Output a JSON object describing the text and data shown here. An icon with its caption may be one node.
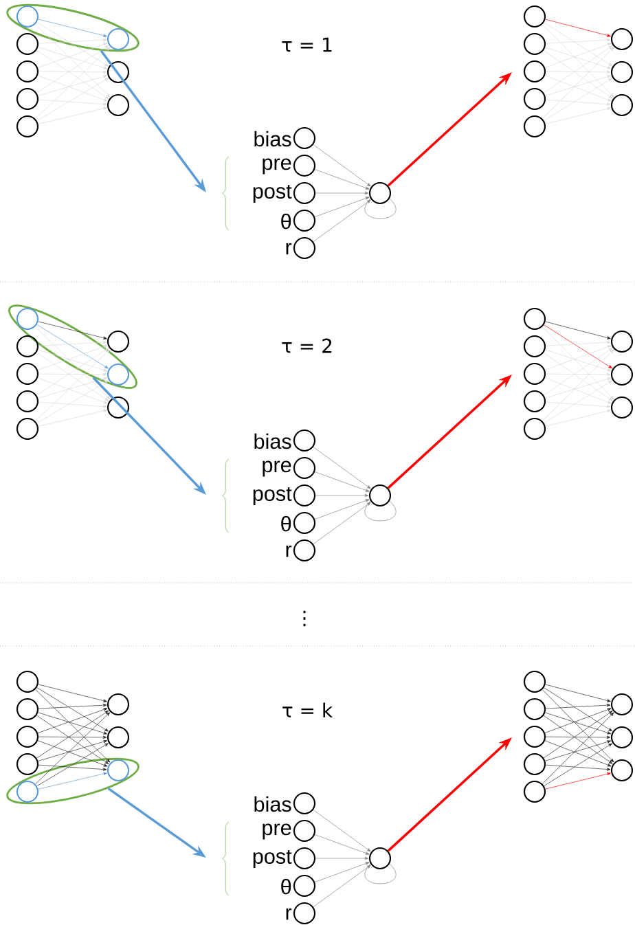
{
  "diagram": {
    "nodes": [
      {
        "text": [],
        "shape": "ellipse"
      },
      {
        "text": [],
        "shape": "circle",
        "in": 0
      },
      {
        "text": [],
        "shape": "circle"
      },
      {
        "text": [],
        "shape": "circle"
      },
      {
        "text": [],
        "shape": "circle"
      },
      {
        "text": [],
        "shape": "circle"
      },
      {
        "text": [],
        "shape": "circle",
        "in": 0
      },
      {
        "text": [],
        "shape": "circle"
      },
      {
        "text": [],
        "shape": "circle"
      },
      {
        "text": [],
        "shape": "circle",
        "beside": [
          "bias"
        ]
      },
      {
        "text": [],
        "shape": "circle",
        "beside": [
          "pre"
        ]
      },
      {
        "text": [],
        "shape": "circle",
        "beside": [
          "post"
        ]
      },
      {
        "text": [],
        "shape": "circle",
        "beside": [
          "θ"
        ]
      },
      {
        "text": [],
        "shape": "circle",
        "beside": [
          "r"
        ]
      },
      {
        "text": [],
        "shape": "circle"
      },
      {
        "text": [],
        "shape": "circle"
      },
      {
        "text": [],
        "shape": "circle"
      },
      {
        "text": [],
        "shape": "circle"
      },
      {
        "text": [],
        "shape": "circle"
      },
      {
        "text": [],
        "shape": "circle"
      },
      {
        "text": [],
        "shape": "circle"
      },
      {
        "text": [],
        "shape": "circle"
      },
      {
        "text": [],
        "shape": "circle"
      },
      {
        "text": [],
        "shape": "ellipse"
      },
      {
        "text": [],
        "shape": "circle",
        "in": 23
      },
      {
        "text": [],
        "shape": "circle"
      },
      {
        "text": [],
        "shape": "circle"
      },
      {
        "text": [],
        "shape": "circle"
      },
      {
        "text": [],
        "shape": "circle"
      },
      {
        "text": [],
        "shape": "circle"
      },
      {
        "text": [],
        "shape": "circle",
        "in": 23
      },
      {
        "text": [],
        "shape": "circle"
      },
      {
        "text": [],
        "shape": "circle",
        "beside": [
          "bias"
        ]
      },
      {
        "text": [],
        "shape": "circle",
        "beside": [
          "pre"
        ]
      },
      {
        "text": [],
        "shape": "circle",
        "beside": [
          "post"
        ]
      },
      {
        "text": [],
        "shape": "circle",
        "beside": [
          "θ"
        ]
      },
      {
        "text": [],
        "shape": "circle",
        "beside": [
          "r"
        ]
      },
      {
        "text": [],
        "shape": "circle"
      },
      {
        "text": [],
        "shape": "circle"
      },
      {
        "text": [],
        "shape": "circle"
      },
      {
        "text": [],
        "shape": "circle"
      },
      {
        "text": [],
        "shape": "circle"
      },
      {
        "text": [],
        "shape": "circle"
      },
      {
        "text": [],
        "shape": "circle"
      },
      {
        "text": [],
        "shape": "circle"
      },
      {
        "text": [],
        "shape": "circle"
      },
      {
        "text": [],
        "shape": "ellipse"
      },
      {
        "text": [],
        "shape": "circle"
      },
      {
        "text": [],
        "shape": "circle"
      },
      {
        "text": [],
        "shape": "circle"
      },
      {
        "text": [],
        "shape": "circle"
      },
      {
        "text": [],
        "shape": "circle",
        "in": 46
      },
      {
        "text": [],
        "shape": "circle"
      },
      {
        "text": [],
        "shape": "circle"
      },
      {
        "text": [],
        "shape": "circle",
        "in": 46
      },
      {
        "text": [],
        "shape": "circle",
        "beside": [
          "bias"
        ]
      },
      {
        "text": [],
        "shape": "circle",
        "beside": [
          "pre"
        ]
      },
      {
        "text": [],
        "shape": "circle",
        "beside": [
          "post"
        ]
      },
      {
        "text": [],
        "shape": "circle",
        "beside": [
          "θ"
        ]
      },
      {
        "text": [],
        "shape": "circle",
        "beside": [
          "r"
        ]
      },
      {
        "text": [],
        "shape": "circle"
      },
      {
        "text": [],
        "shape": "circle"
      },
      {
        "text": [],
        "shape": "circle"
      },
      {
        "text": [],
        "shape": "circle"
      },
      {
        "text": [],
        "shape": "circle"
      },
      {
        "text": [],
        "shape": "circle"
      },
      {
        "text": [],
        "shape": "circle"
      },
      {
        "text": [],
        "shape": "circle"
      },
      {
        "text": [],
        "shape": "circle"
      }
    ],
    "edges": [
      {
        "from": 1,
        "to": 6,
        "arrow": "to",
        "color": "#5b9bd5"
      },
      {
        "from": 1,
        "to": 7,
        "arrow": "to",
        "color": "#d9d9d9"
      },
      {
        "from": 1,
        "to": 8,
        "arrow": "to",
        "color": "#d9d9d9"
      },
      {
        "from": 2,
        "to": 6,
        "arrow": "to",
        "color": "#d9d9d9"
      },
      {
        "from": 2,
        "to": 7,
        "arrow": "to",
        "color": "#d9d9d9"
      },
      {
        "from": 2,
        "to": 8,
        "arrow": "to",
        "color": "#d9d9d9"
      },
      {
        "from": 3,
        "to": 6,
        "arrow": "to",
        "color": "#d9d9d9"
      },
      {
        "from": 3,
        "to": 7,
        "arrow": "to",
        "color": "#d9d9d9"
      },
      {
        "from": 3,
        "to": 8,
        "arrow": "to",
        "color": "#d9d9d9"
      },
      {
        "from": 4,
        "to": 6,
        "arrow": "to",
        "color": "#d9d9d9"
      },
      {
        "from": 4,
        "to": 7,
        "arrow": "to",
        "color": "#d9d9d9"
      },
      {
        "from": 4,
        "to": 8,
        "arrow": "to",
        "color": "#d9d9d9"
      },
      {
        "from": 5,
        "to": 6,
        "arrow": "to",
        "color": "#d9d9d9"
      },
      {
        "from": 5,
        "to": 7,
        "arrow": "to",
        "color": "#d9d9d9"
      },
      {
        "from": 5,
        "to": 8,
        "arrow": "to",
        "color": "#d9d9d9"
      },
      {
        "from": 0,
        "to": null,
        "arrow": "to",
        "style": "thick",
        "color": "#5b9bd5"
      },
      {
        "from": 9,
        "to": 14,
        "arrow": "to",
        "color": "#7f7f7f"
      },
      {
        "from": 10,
        "to": 14,
        "arrow": "to",
        "color": "#7f7f7f"
      },
      {
        "from": 11,
        "to": 14,
        "arrow": "to",
        "color": "#7f7f7f"
      },
      {
        "from": 12,
        "to": 14,
        "arrow": "to",
        "color": "#7f7f7f"
      },
      {
        "from": 13,
        "to": 14,
        "arrow": "to",
        "color": "#7f7f7f"
      },
      {
        "from": 14,
        "to": 14,
        "arrow": "none",
        "color": "#7f7f7f"
      },
      {
        "from": 14,
        "to": null,
        "arrow": "to",
        "style": "thick",
        "color": "#ff0000"
      },
      {
        "from": 15,
        "to": 20,
        "arrow": "to",
        "color": "#ff0000"
      },
      {
        "from": 15,
        "to": 21,
        "arrow": "to",
        "color": "#d9d9d9"
      },
      {
        "from": 15,
        "to": 22,
        "arrow": "to",
        "color": "#d9d9d9"
      },
      {
        "from": 16,
        "to": 20,
        "arrow": "to",
        "color": "#d9d9d9"
      },
      {
        "from": 16,
        "to": 21,
        "arrow": "to",
        "color": "#d9d9d9"
      },
      {
        "from": 16,
        "to": 22,
        "arrow": "to",
        "color": "#d9d9d9"
      },
      {
        "from": 17,
        "to": 20,
        "arrow": "to",
        "color": "#d9d9d9"
      },
      {
        "from": 17,
        "to": 21,
        "arrow": "to",
        "color": "#d9d9d9"
      },
      {
        "from": 17,
        "to": 22,
        "arrow": "to",
        "color": "#d9d9d9"
      },
      {
        "from": 18,
        "to": 20,
        "arrow": "to",
        "color": "#d9d9d9"
      },
      {
        "from": 18,
        "to": 21,
        "arrow": "to",
        "color": "#d9d9d9"
      },
      {
        "from": 18,
        "to": 22,
        "arrow": "to",
        "color": "#d9d9d9"
      },
      {
        "from": 19,
        "to": 20,
        "arrow": "to",
        "color": "#d9d9d9"
      },
      {
        "from": 19,
        "to": 21,
        "arrow": "to",
        "color": "#d9d9d9"
      },
      {
        "from": 19,
        "to": 22,
        "arrow": "to",
        "color": "#d9d9d9"
      },
      {
        "from": 24,
        "to": 29,
        "arrow": "to",
        "color": "#262626"
      },
      {
        "from": 24,
        "to": 30,
        "arrow": "to",
        "color": "#5b9bd5"
      },
      {
        "from": 24,
        "to": 31,
        "arrow": "to",
        "color": "#d9d9d9"
      },
      {
        "from": 25,
        "to": 29,
        "arrow": "to",
        "color": "#d9d9d9"
      },
      {
        "from": 25,
        "to": 30,
        "arrow": "to",
        "color": "#d9d9d9"
      },
      {
        "from": 25,
        "to": 31,
        "arrow": "to",
        "color": "#d9d9d9"
      },
      {
        "from": 26,
        "to": 29,
        "arrow": "to",
        "color": "#d9d9d9"
      },
      {
        "from": 26,
        "to": 30,
        "arrow": "to",
        "color": "#d9d9d9"
      },
      {
        "from": 26,
        "to": 31,
        "arrow": "to",
        "color": "#d9d9d9"
      },
      {
        "from": 27,
        "to": 29,
        "arrow": "to",
        "color": "#d9d9d9"
      },
      {
        "from": 27,
        "to": 30,
        "arrow": "to",
        "color": "#d9d9d9"
      },
      {
        "from": 27,
        "to": 31,
        "arrow": "to",
        "color": "#d9d9d9"
      },
      {
        "from": 28,
        "to": 29,
        "arrow": "to",
        "color": "#d9d9d9"
      },
      {
        "from": 28,
        "to": 30,
        "arrow": "to",
        "color": "#d9d9d9"
      },
      {
        "from": 28,
        "to": 31,
        "arrow": "to",
        "color": "#d9d9d9"
      },
      {
        "from": 23,
        "to": null,
        "arrow": "to",
        "style": "thick",
        "color": "#5b9bd5"
      },
      {
        "from": 32,
        "to": 37,
        "arrow": "to",
        "color": "#7f7f7f"
      },
      {
        "from": 33,
        "to": 37,
        "arrow": "to",
        "color": "#7f7f7f"
      },
      {
        "from": 34,
        "to": 37,
        "arrow": "to",
        "color": "#7f7f7f"
      },
      {
        "from": 35,
        "to": 37,
        "arrow": "to",
        "color": "#7f7f7f"
      },
      {
        "from": 36,
        "to": 37,
        "arrow": "to",
        "color": "#7f7f7f"
      },
      {
        "from": 37,
        "to": 37,
        "arrow": "none",
        "color": "#7f7f7f"
      },
      {
        "from": 37,
        "to": null,
        "arrow": "to",
        "style": "thick",
        "color": "#ff0000"
      },
      {
        "from": 38,
        "to": 43,
        "arrow": "to",
        "color": "#262626"
      },
      {
        "from": 38,
        "to": 44,
        "arrow": "to",
        "color": "#ff0000"
      },
      {
        "from": 38,
        "to": 45,
        "arrow": "to",
        "color": "#d9d9d9"
      },
      {
        "from": 39,
        "to": 43,
        "arrow": "to",
        "color": "#d9d9d9"
      },
      {
        "from": 39,
        "to": 44,
        "arrow": "to",
        "color": "#d9d9d9"
      },
      {
        "from": 39,
        "to": 45,
        "arrow": "to",
        "color": "#d9d9d9"
      },
      {
        "from": 40,
        "to": 43,
        "arrow": "to",
        "color": "#d9d9d9"
      },
      {
        "from": 40,
        "to": 44,
        "arrow": "to",
        "color": "#d9d9d9"
      },
      {
        "from": 40,
        "to": 45,
        "arrow": "to",
        "color": "#d9d9d9"
      },
      {
        "from": 41,
        "to": 43,
        "arrow": "to",
        "color": "#d9d9d9"
      },
      {
        "from": 41,
        "to": 44,
        "arrow": "to",
        "color": "#d9d9d9"
      },
      {
        "from": 41,
        "to": 45,
        "arrow": "to",
        "color": "#d9d9d9"
      },
      {
        "from": 42,
        "to": 43,
        "arrow": "to",
        "color": "#d9d9d9"
      },
      {
        "from": 42,
        "to": 44,
        "arrow": "to",
        "color": "#d9d9d9"
      },
      {
        "from": 42,
        "to": 45,
        "arrow": "to",
        "color": "#d9d9d9"
      },
      {
        "from": 47,
        "to": 52,
        "arrow": "to",
        "color": "#262626"
      },
      {
        "from": 47,
        "to": 53,
        "arrow": "to",
        "color": "#262626"
      },
      {
        "from": 47,
        "to": 54,
        "arrow": "to",
        "color": "#262626"
      },
      {
        "from": 48,
        "to": 52,
        "arrow": "to",
        "color": "#262626"
      },
      {
        "from": 48,
        "to": 53,
        "arrow": "to",
        "color": "#262626"
      },
      {
        "from": 48,
        "to": 54,
        "arrow": "to",
        "color": "#262626"
      },
      {
        "from": 49,
        "to": 52,
        "arrow": "to",
        "color": "#262626"
      },
      {
        "from": 49,
        "to": 53,
        "arrow": "to",
        "color": "#262626"
      },
      {
        "from": 49,
        "to": 54,
        "arrow": "to",
        "color": "#262626"
      },
      {
        "from": 50,
        "to": 52,
        "arrow": "to",
        "color": "#262626"
      },
      {
        "from": 50,
        "to": 53,
        "arrow": "to",
        "color": "#262626"
      },
      {
        "from": 50,
        "to": 54,
        "arrow": "to",
        "color": "#262626"
      },
      {
        "from": 51,
        "to": 52,
        "arrow": "to",
        "color": "#262626"
      },
      {
        "from": 51,
        "to": 53,
        "arrow": "to",
        "color": "#262626"
      },
      {
        "from": 51,
        "to": 54,
        "arrow": "to",
        "color": "#5b9bd5"
      },
      {
        "from": 46,
        "to": null,
        "arrow": "to",
        "style": "thick",
        "color": "#5b9bd5"
      },
      {
        "from": 55,
        "to": 60,
        "arrow": "to",
        "color": "#7f7f7f"
      },
      {
        "from": 56,
        "to": 60,
        "arrow": "to",
        "color": "#7f7f7f"
      },
      {
        "from": 57,
        "to": 60,
        "arrow": "to",
        "color": "#7f7f7f"
      },
      {
        "from": 58,
        "to": 60,
        "arrow": "to",
        "color": "#7f7f7f"
      },
      {
        "from": 59,
        "to": 60,
        "arrow": "to",
        "color": "#7f7f7f"
      },
      {
        "from": 60,
        "to": 60,
        "arrow": "none",
        "color": "#7f7f7f"
      },
      {
        "from": 60,
        "to": null,
        "arrow": "to",
        "style": "thick",
        "color": "#ff0000"
      },
      {
        "from": 61,
        "to": 66,
        "arrow": "to",
        "color": "#262626"
      },
      {
        "from": 61,
        "to": 67,
        "arrow": "to",
        "color": "#262626"
      },
      {
        "from": 61,
        "to": 68,
        "arrow": "to",
        "color": "#262626"
      },
      {
        "from": 62,
        "to": 66,
        "arrow": "to",
        "color": "#262626"
      },
      {
        "from": 62,
        "to": 67,
        "arrow": "to",
        "color": "#262626"
      },
      {
        "from": 62,
        "to": 68,
        "arrow": "to",
        "color": "#262626"
      },
      {
        "from": 63,
        "to": 66,
        "arrow": "to",
        "color": "#262626"
      },
      {
        "from": 63,
        "to": 67,
        "arrow": "to",
        "color": "#262626"
      },
      {
        "from": 63,
        "to": 68,
        "arrow": "to",
        "color": "#262626"
      },
      {
        "from": 64,
        "to": 66,
        "arrow": "to",
        "color": "#262626"
      },
      {
        "from": 64,
        "to": 67,
        "arrow": "to",
        "color": "#262626"
      },
      {
        "from": 64,
        "to": 68,
        "arrow": "to",
        "color": "#262626"
      },
      {
        "from": 65,
        "to": 66,
        "arrow": "to",
        "color": "#262626"
      },
      {
        "from": 65,
        "to": 67,
        "arrow": "to",
        "color": "#262626"
      },
      {
        "from": 65,
        "to": 68,
        "arrow": "to",
        "color": "#ff0000"
      }
    ],
    "labels": [
      "τ = 1",
      "τ = 2",
      "⋮",
      "τ = k"
    ]
  }
}
